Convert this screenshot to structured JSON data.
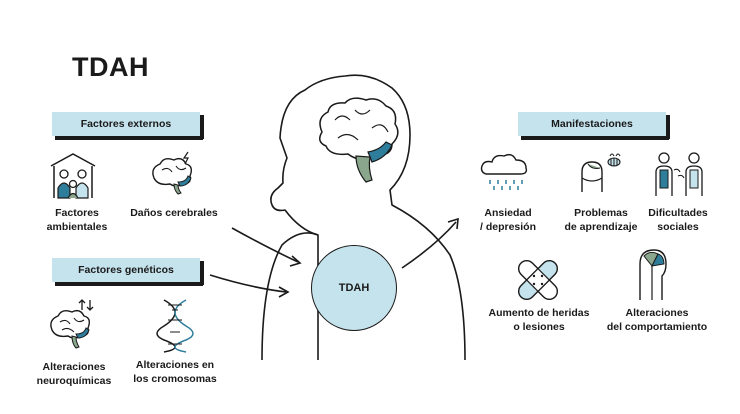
{
  "title": "TDAH",
  "center": "TDAH",
  "pills": {
    "externos": "Factores externos",
    "geneticos": "Factores genéticos",
    "manifestaciones": "Manifestaciones"
  },
  "items": {
    "ambientales": "Factores\nambientales",
    "danos": "Daños cerebrales",
    "neuro": "Alteraciones\nneuroquímicas",
    "cromosomas": "Alteraciones en\nlos cromosomas",
    "ansiedad": "Ansiedad\n/ depresión",
    "aprendizaje": "Problemas\nde aprendizaje",
    "sociales": "Dificultades\nsociales",
    "heridas": "Aumento de heridas\no lesiones",
    "comportamiento": "Alteraciones\ndel comportamiento"
  },
  "colors": {
    "accent": "#c5e3ed",
    "teal": "#2e7d9b",
    "olive": "#8aa68c",
    "ink": "#1a1a1a"
  },
  "icons": [
    "people-house-icon",
    "brain-lightning-icon",
    "brain-arrows-icon",
    "dna-icon",
    "rain-cloud-icon",
    "head-bee-icon",
    "people-talking-icon",
    "bandage-icon",
    "head-profile-icon"
  ]
}
